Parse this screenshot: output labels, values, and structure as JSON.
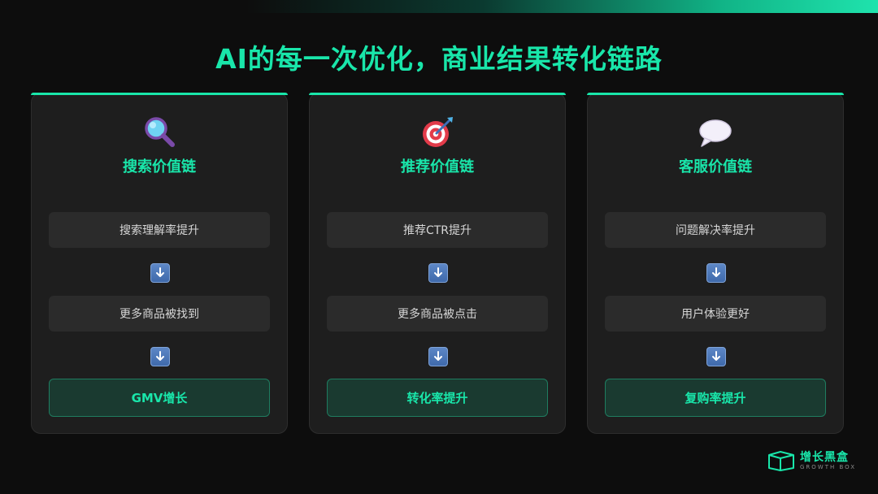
{
  "title": "AI的每一次优化，商业结果转化链路",
  "cards": [
    {
      "icon": "magnifying-glass-icon",
      "title": "搜索价值链",
      "steps": [
        "搜索理解率提升",
        "更多商品被找到"
      ],
      "result": "GMV增长"
    },
    {
      "icon": "target-icon",
      "title": "推荐价值链",
      "steps": [
        "推荐CTR提升",
        "更多商品被点击"
      ],
      "result": "转化率提升"
    },
    {
      "icon": "speech-bubble-icon",
      "title": "客服价值链",
      "steps": [
        "问题解决率提升",
        "用户体验更好"
      ],
      "result": "复购率提升"
    }
  ],
  "arrow_icon": "down-arrow-icon",
  "logo": {
    "name_cn": "增长黑盒",
    "name_en": "GROWTH BOX"
  },
  "colors": {
    "accent": "#19e6aa",
    "background": "#0d0d0d",
    "card": "#1e1e1e",
    "step": "#2b2b2b",
    "result": "#1a3a30"
  }
}
